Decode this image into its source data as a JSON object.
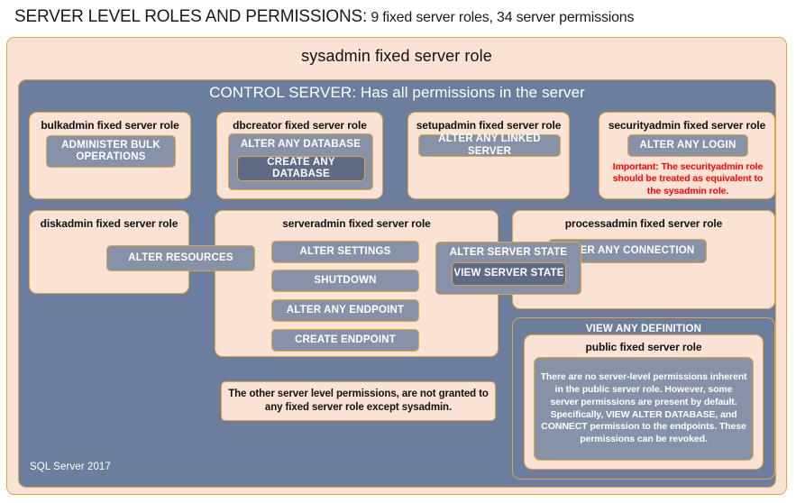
{
  "title": {
    "main": "SERVER LEVEL ROLES AND PERMISSIONS:",
    "sub": " 9 fixed server roles, 34 server permissions"
  },
  "containers": {
    "sysadmin_label": "sysadmin fixed server role",
    "control_server_label": "CONTROL SERVER: Has all permissions in the server",
    "sql_version": "SQL Server 2017"
  },
  "roles": {
    "bulkadmin": {
      "title": "bulkadmin fixed server role",
      "permissions": [
        "ADMINISTER  BULK OPERATIONS"
      ]
    },
    "dbcreator": {
      "title": "dbcreator fixed server role",
      "permissions": [
        "ALTER ANY DATABASE",
        "CREATE  ANY DATABASE"
      ]
    },
    "setupadmin": {
      "title": "setupadmin fixed server role",
      "permissions": [
        "ALTER ANY LINKED SERVER"
      ]
    },
    "securityadmin": {
      "title": "securityadmin fixed server role",
      "permissions": [
        "ALTER ANY LOGIN"
      ],
      "note": "Important:  The securityadmin role should  be treated as equivalent to the  sysadmin role."
    },
    "diskadmin": {
      "title": "diskadmin fixed server role",
      "permissions": [
        "ALTER RESOURCES"
      ]
    },
    "serveradmin": {
      "title": "serveradmin fixed server role",
      "permissions": [
        "ALTER SETTINGS",
        "SHUTDOWN",
        "ALTER ANY ENDPOINT",
        "CREATE  ENDPOINT",
        "ALTER SERVER STATE",
        "VIEW SERVER STATE"
      ]
    },
    "processadmin": {
      "title": "processadmin fixed server role",
      "permissions": [
        "ALTER ANY CONNECTION"
      ]
    },
    "public": {
      "view_any_definition": "VIEW ANY DEFINITION",
      "title": "public  fixed server role",
      "note": "There are no server-level permissions inherent in the public server role. However, some server permissions are present by default. Specifically, VIEW ALTER DATABASE, and CONNECT permission to the endpoints. These permissions can be revoked."
    }
  },
  "notes": {
    "other_permissions": "The other server level permissions,  are not granted to any fixed server role except sysadmin."
  },
  "colors": {
    "peach": "#fae3d4",
    "panel_blue": "#6b7e9e",
    "pill": "#8592a8",
    "pill_dark": "#5d6b85",
    "border_gold": "#e8a33d",
    "alert_red": "#ff0000"
  }
}
